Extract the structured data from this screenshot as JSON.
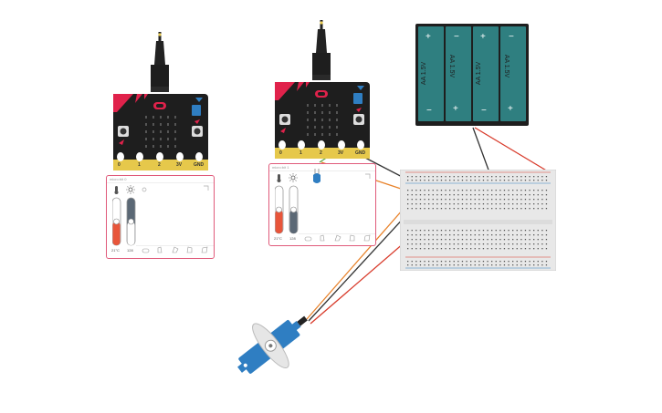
{
  "microbits": [
    {
      "pins": [
        "0",
        "1",
        "2",
        "3V",
        "GND"
      ],
      "panel": {
        "title": "micro:bit 0",
        "temperature": "21°C",
        "light": "128"
      }
    },
    {
      "pins": [
        "0",
        "1",
        "2",
        "3V",
        "GND"
      ],
      "panel": {
        "title": "micro:bit 1",
        "temperature": "21°C",
        "light": "128"
      }
    }
  ],
  "battery": {
    "cells": [
      "AA 1.5V",
      "AA 1.5V",
      "AA 1.5V",
      "AA 1.5V"
    ],
    "plus": "+",
    "minus": "−"
  },
  "colors": {
    "board": "#1e1e1e",
    "pin_gold": "#e6c84b",
    "accent_red": "#e0224b",
    "wire_black": "#333333",
    "wire_red": "#d83a2a",
    "wire_orange": "#e8822a",
    "wire_brown": "#6b3b1f",
    "wire_green": "#59a84a",
    "battery_teal": "#2f7f80",
    "servo_blue": "#2f7ec2",
    "panel_border": "#e05a7a"
  },
  "icons": [
    "thermometer-icon",
    "sun-icon",
    "settings-icon",
    "usb-cable-icon",
    "button-icon",
    "shake-icon",
    "tilt-icon"
  ]
}
